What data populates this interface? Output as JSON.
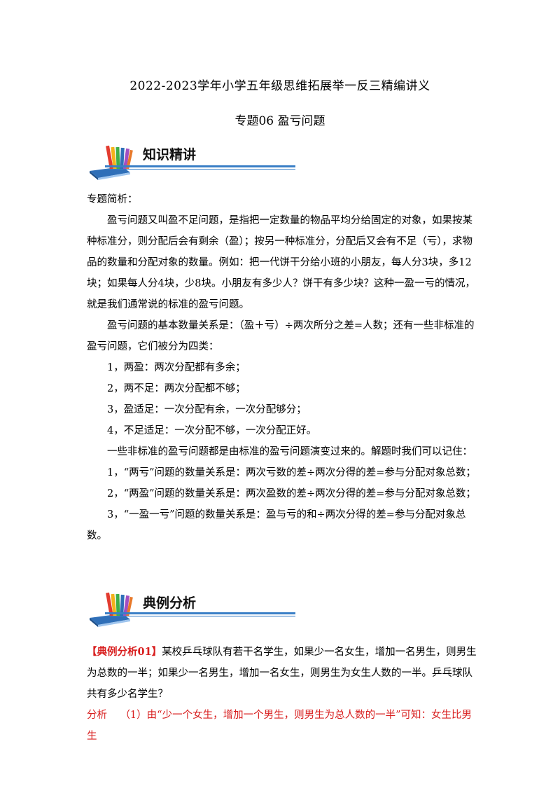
{
  "doc": {
    "title": "2022-2023学年小学五年级思维拓展举一反三精编讲义",
    "subtitle": "专题06  盈亏问题"
  },
  "section1": {
    "heading": "知识精讲",
    "label": "专题简析：",
    "paragraphs": [
      "盈亏问题又叫盈不足问题，是指把一定数量的物品平均分给固定的对象，如果按某种标准分，则分配后会有剩余（盈）；按另一种标准分，分配后又会有不足（亏），求物品的数量和分配对象的数量。例如：把一代饼干分给小班的小朋友，每人分3块，多12块；如果每人分4块，少8块。小朋友有多少人？饼干有多少块？这种一盈一亏的情况，就是我们通常说的标准的盈亏问题。",
      "盈亏问题的基本数量关系是：（盈＋亏）÷两次所分之差=人数；还有一些非标准的盈亏问题，它们被分为四类："
    ],
    "categories": [
      "1，两盈：两次分配都有多余；",
      "2，两不足：两次分配都不够；",
      "3，盈适足：一次分配有余，一次分配够分；",
      "4，不足适足：一次分配不够，一次分配正好。"
    ],
    "note": "一些非标准的盈亏问题都是由标准的盈亏问题演变过来的。解题时我们可以记住：",
    "rules": [
      "1，“两亏”问题的数量关系是：两次亏数的差÷两次分得的差=参与分配对象总数；",
      "2，“两盈”问题的数量关系是：两次盈数的差÷两次分得的差=参与分配对象总数；",
      "3，“一盈一亏”问题的数量关系是：盈与亏的和÷两次分得的差=参与分配对象总数。"
    ]
  },
  "section2": {
    "heading": "典例分析",
    "example_tag": "【典例分析01】",
    "example_text": "某校乒乓球队有若干名学生，如果少一名女生，增加一名男生，则男生为总数的一半；如果少一名男生，增加一名女生，则男生为女生人数的一半。乒乓球队共有多少名学生？",
    "analysis_label": "分析",
    "analysis_text": "（1）由“少一个女生，增加一个男生，则男生为总人数的一半”可知：女生比男生"
  },
  "colors": {
    "accent_blue": "#3a7fc6",
    "red": "#d81e1e"
  }
}
